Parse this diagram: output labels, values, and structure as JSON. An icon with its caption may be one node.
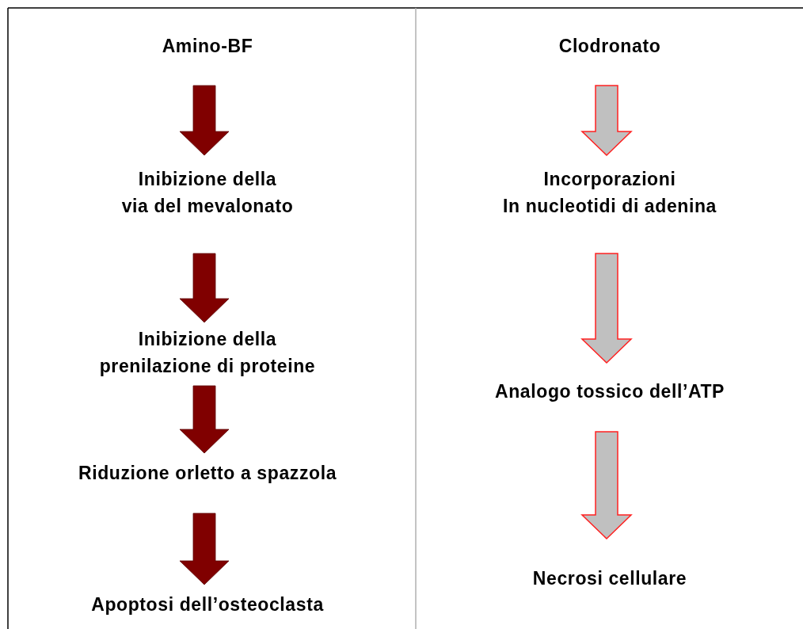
{
  "diagram": {
    "nodes": [
      {
        "text": [
          "Amino-BF"
        ]
      },
      {
        "text": [
          "Clodronato"
        ]
      },
      {
        "text": [
          "Inibizione della via del mevalonato"
        ]
      },
      {
        "text": [
          "Incorporazioni In nucleotidi di adenina"
        ]
      },
      {
        "text": [
          "Inibizione della prenilazione di proteine"
        ]
      },
      {
        "text": [
          "Analogo tossico dell’ATP"
        ]
      },
      {
        "text": [
          "Riduzione orletto a spazzola"
        ]
      },
      {
        "text": [
          "Necrosi cellulare"
        ]
      },
      {
        "text": [
          "Apoptosi dell’osteoclasta"
        ]
      }
    ],
    "edges": [
      {
        "from": 0,
        "to": 2,
        "arrow": "to"
      },
      {
        "from": 2,
        "to": 4,
        "arrow": "to"
      },
      {
        "from": 4,
        "to": 6,
        "arrow": "to"
      },
      {
        "from": 6,
        "to": 8,
        "arrow": "to"
      },
      {
        "from": 1,
        "to": 3,
        "arrow": "to",
        "color": "#c0c0c0"
      },
      {
        "from": 3,
        "to": 5,
        "arrow": "to",
        "color": "#c0c0c0"
      },
      {
        "from": 5,
        "to": 7,
        "arrow": "to",
        "color": "#c0c0c0"
      }
    ]
  }
}
